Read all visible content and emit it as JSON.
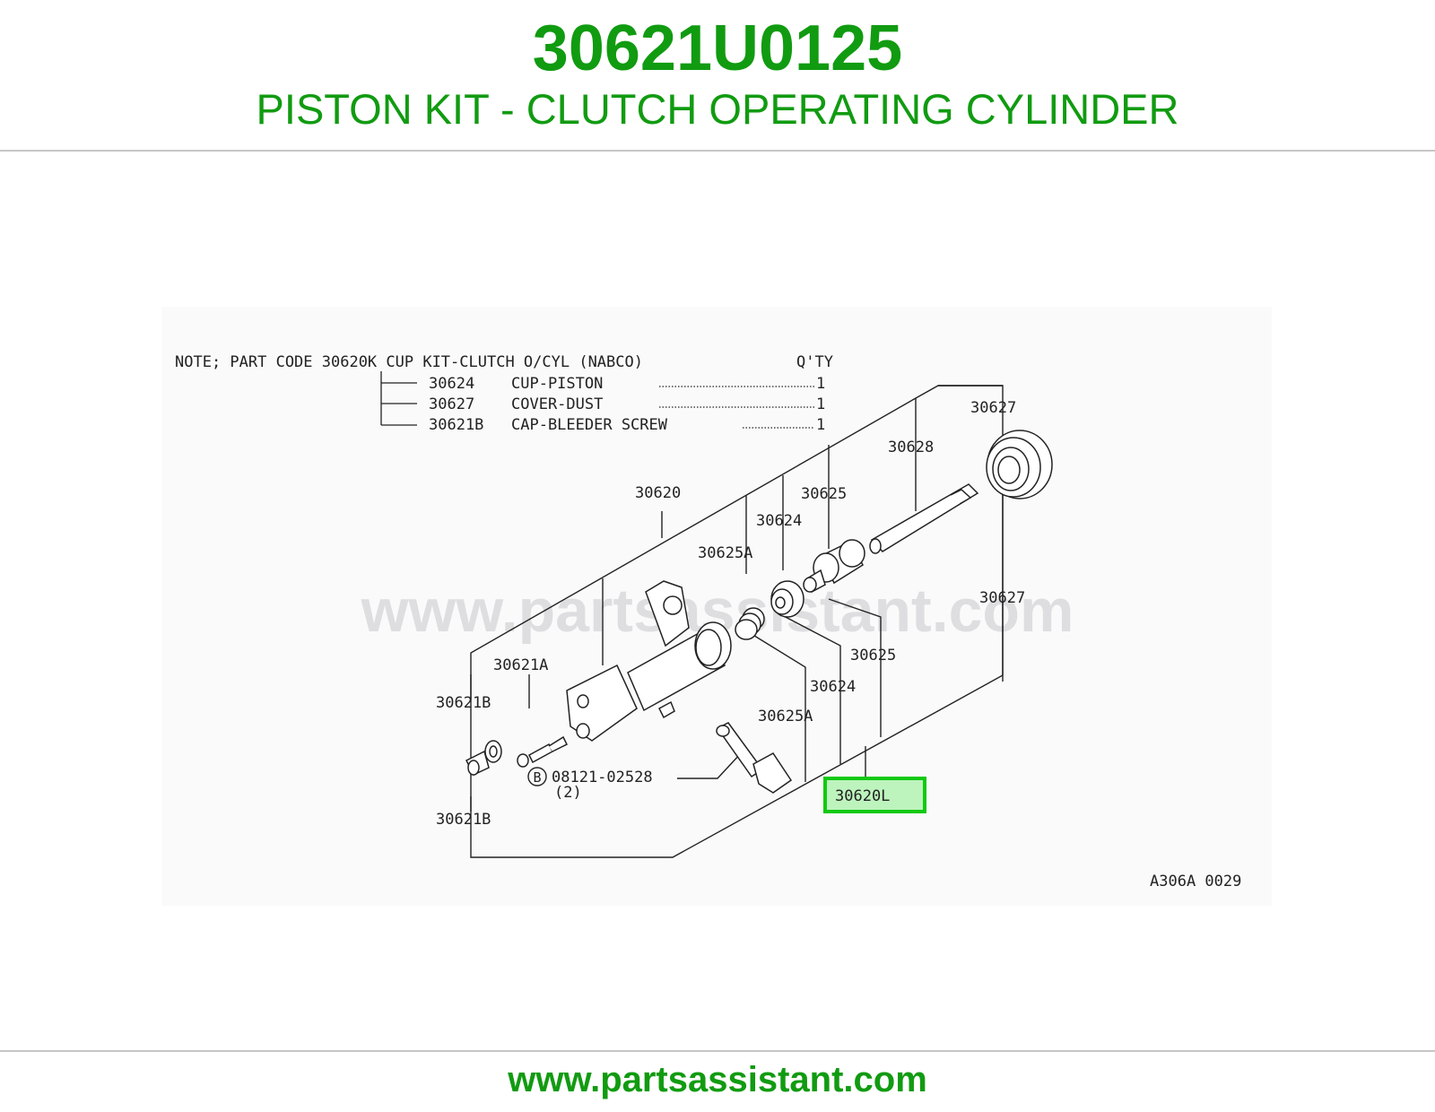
{
  "header": {
    "part_number": "30621U0125",
    "description": "PISTON KIT - CLUTCH OPERATING CYLINDER"
  },
  "note": {
    "heading": "NOTE; PART CODE 30620K  CUP KIT-CLUTCH O/CYL (NABCO)",
    "qty_label": "Q'TY",
    "items": [
      {
        "code": "30624",
        "name": "CUP-PISTON",
        "qty": "1"
      },
      {
        "code": "30627",
        "name": "COVER-DUST",
        "qty": "1"
      },
      {
        "code": "30621B",
        "name": "CAP-BLEEDER SCREW",
        "qty": "1"
      }
    ]
  },
  "callouts": {
    "c30627_top": "30627",
    "c30628": "30628",
    "c30625_top": "30625",
    "c30620": "30620",
    "c30624_top": "30624",
    "c30625A_top": "30625A",
    "c30627_right": "30627",
    "c30625_mid": "30625",
    "c30621A": "30621A",
    "c30624_mid": "30624",
    "c30621B_top": "30621B",
    "c30625A_mid": "30625A",
    "c30621B_bottom": "30621B",
    "bolt_symbol": "B",
    "bolt_code": "08121-02528",
    "bolt_qty": "(2)",
    "highlighted": "30620L"
  },
  "diagram_ref": "A306A 0029",
  "watermark": "www.partsassistant.com",
  "footer": {
    "url": "www.partsassistant.com"
  },
  "colors": {
    "brand_green": "#119b11",
    "highlight_fill": "#a8f0a8",
    "highlight_border": "#11c911",
    "line": "#222222"
  }
}
